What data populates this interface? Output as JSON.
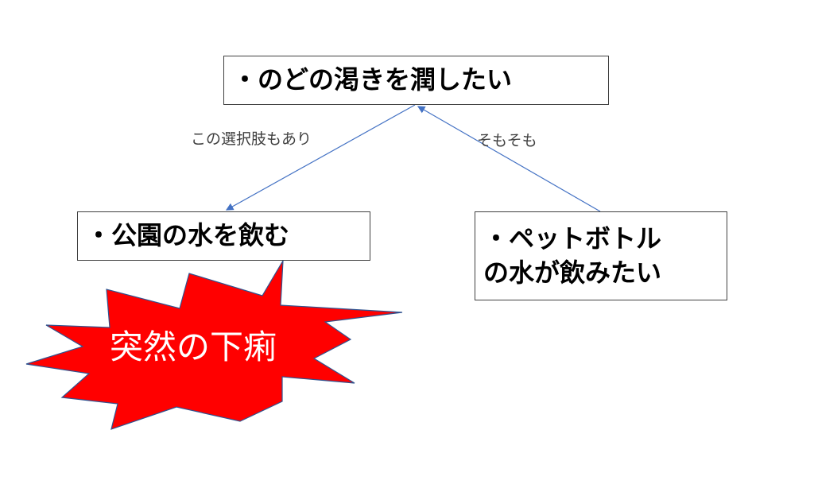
{
  "nodes": {
    "top": {
      "text": "・のどの渇きを潤したい"
    },
    "left": {
      "text": "・公園の水を飲む"
    },
    "right": {
      "text": "・ペットボトル\nの水が飲みたい"
    }
  },
  "edges": {
    "left_label": "この選択肢もあり",
    "right_label": "そもそも"
  },
  "burst": {
    "text": "突然の下痢",
    "fill_color": "#ff0000",
    "text_color": "#ffffff"
  },
  "colors": {
    "connector": "#4472c4",
    "box_border": "#404040"
  }
}
